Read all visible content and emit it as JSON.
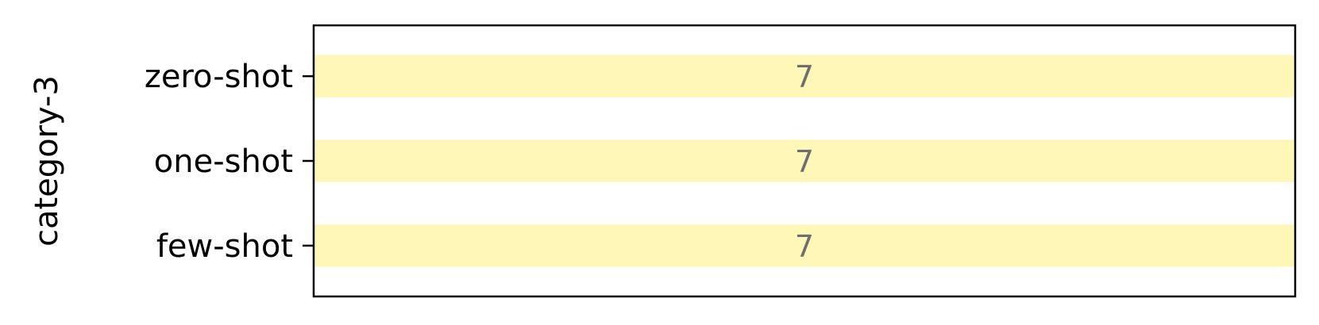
{
  "chart_data": {
    "type": "bar",
    "orientation": "horizontal",
    "title": "",
    "xlabel": "",
    "ylabel": "category-3",
    "categories": [
      "zero-shot",
      "one-shot",
      "few-shot"
    ],
    "values": [
      7,
      7,
      7
    ],
    "data_labels": [
      "7",
      "7",
      "7"
    ],
    "xlim": [
      0,
      1
    ],
    "x_ticks_visible": false,
    "grid": false,
    "legend": "none",
    "colors": {
      "bar": "#fff7b8",
      "data_label": "#6e6e6e",
      "axis": "#000000",
      "text": "#000000"
    }
  }
}
